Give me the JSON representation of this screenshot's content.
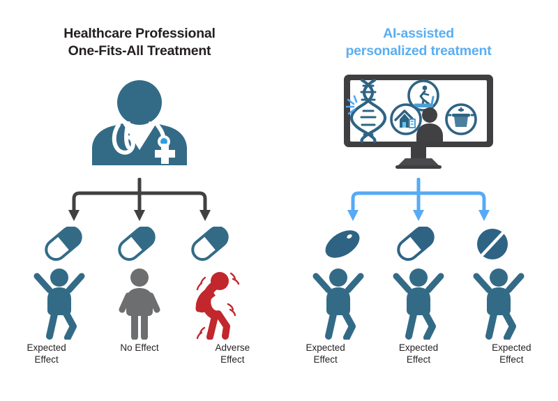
{
  "figure": {
    "background_color": "#ffffff",
    "panels": [
      {
        "side": "left",
        "title_line1": "Healthcare Professional",
        "title_line2": "One-Fits-All Treatment",
        "title_color": "#231f20",
        "hero_icon": "doctor-icon",
        "hero_icon_color": "#336b87",
        "arrow_color": "#414042",
        "arrow_icon": "branching-arrows-icon",
        "pills": [
          {
            "icon": "capsule-pill-icon",
            "color": "#336b87"
          },
          {
            "icon": "capsule-pill-icon",
            "color": "#336b87"
          },
          {
            "icon": "capsule-pill-icon",
            "color": "#336b87"
          }
        ],
        "outcomes": [
          {
            "icon": "happy-person-icon",
            "color": "#336b87",
            "label_line1": "Expected",
            "label_line2": "Effect"
          },
          {
            "icon": "neutral-person-icon",
            "color": "#6d6e70",
            "label_line1": "No Effect",
            "label_line2": ""
          },
          {
            "icon": "sick-person-icon",
            "color": "#c1272d",
            "label_line1": "Adverse",
            "label_line2": "Effect"
          }
        ]
      },
      {
        "side": "right",
        "title_line1": "AI-assisted",
        "title_line2": "personalized treatment",
        "title_color": "#5aaef2",
        "hero_icon": "computer-monitor-icon",
        "hero_icon_color": "#3f3f42",
        "arrow_color": "#57aaf5",
        "arrow_icon": "branching-arrows-icon",
        "monitor_screen": {
          "dna_icon": "dna-helix-icon",
          "dna_color": "#2e6384",
          "spark_icon": "spark-icon",
          "spark_color": "#4da6f5",
          "person_icon": "person-silhouette-icon",
          "person_color": "#414042",
          "circle_icons": [
            {
              "icon": "treadmill-runner-icon",
              "color": "#2e6384"
            },
            {
              "icon": "house-icon",
              "color": "#2e6384"
            },
            {
              "icon": "cooking-pot-icon",
              "color": "#2e6384"
            }
          ]
        },
        "pills": [
          {
            "icon": "oval-tablet-icon",
            "color": "#2e6384"
          },
          {
            "icon": "capsule-pill-icon",
            "color": "#2e6384"
          },
          {
            "icon": "round-scored-tablet-icon",
            "color": "#2e6384"
          }
        ],
        "outcomes": [
          {
            "icon": "happy-person-icon",
            "color": "#336b87",
            "label_line1": "Expected",
            "label_line2": "Effect"
          },
          {
            "icon": "happy-person-icon",
            "color": "#336b87",
            "label_line1": "Expected",
            "label_line2": "Effect"
          },
          {
            "icon": "happy-person-icon",
            "color": "#336b87",
            "label_line1": "Expected",
            "label_line2": "Effect"
          }
        ]
      }
    ]
  }
}
